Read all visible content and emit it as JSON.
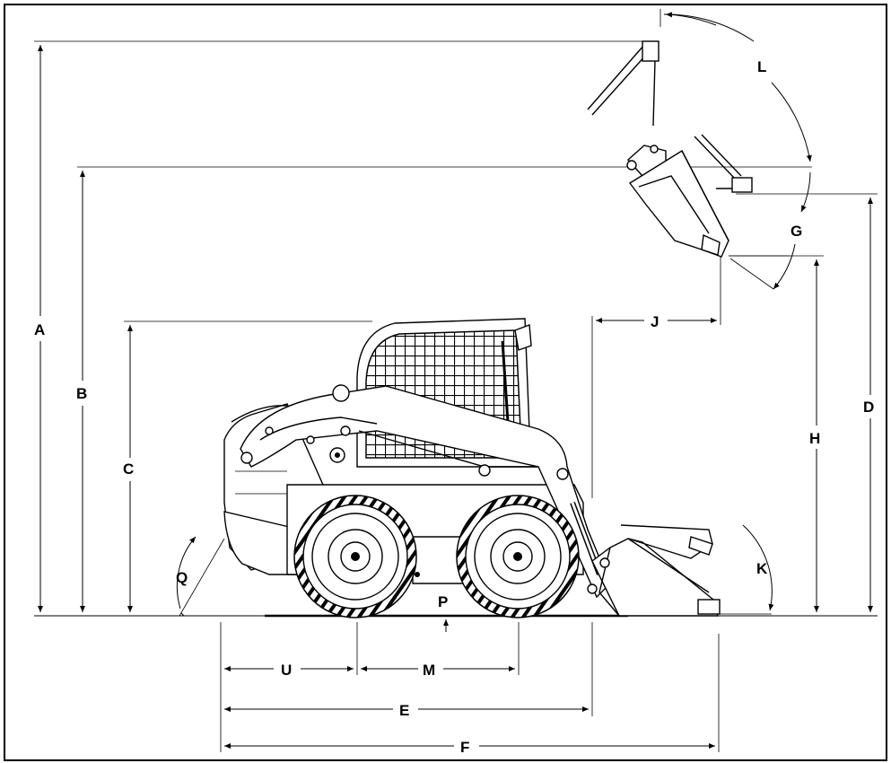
{
  "diagram": {
    "labels": {
      "A": "A",
      "B": "B",
      "C": "C",
      "D": "D",
      "E": "E",
      "F": "F",
      "G": "G",
      "H": "H",
      "J": "J",
      "K": "K",
      "L": "L",
      "M": "M",
      "P": "P",
      "Q": "Q",
      "U": "U"
    }
  }
}
